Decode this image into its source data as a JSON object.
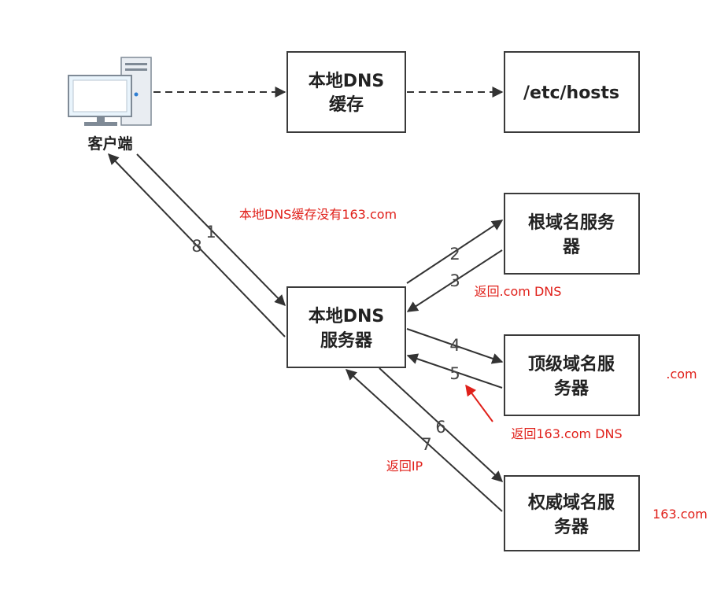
{
  "client": {
    "label": "客户端"
  },
  "boxes": {
    "local_cache": [
      "本地DNS",
      "缓存"
    ],
    "hosts": [
      "/etc/hosts"
    ],
    "local_server": [
      "本地DNS",
      "服务器"
    ],
    "root": [
      "根域名服务",
      "器"
    ],
    "tld": [
      "顶级域名服",
      "务器"
    ],
    "auth": [
      "权威域名服",
      "务器"
    ]
  },
  "steps": [
    "1",
    "2",
    "3",
    "4",
    "5",
    "6",
    "7",
    "8"
  ],
  "annotations": {
    "no_cache": "本地DNS缓存没有163.com",
    "return_com": "返回.com DNS",
    "return_163": "返回163.com DNS",
    "return_ip": "返回IP",
    "tld_zone": ".com",
    "auth_zone": "163.com"
  },
  "colors": {
    "line": "#333333",
    "annotation": "#e0201a",
    "box_border": "#3a3a3a"
  }
}
